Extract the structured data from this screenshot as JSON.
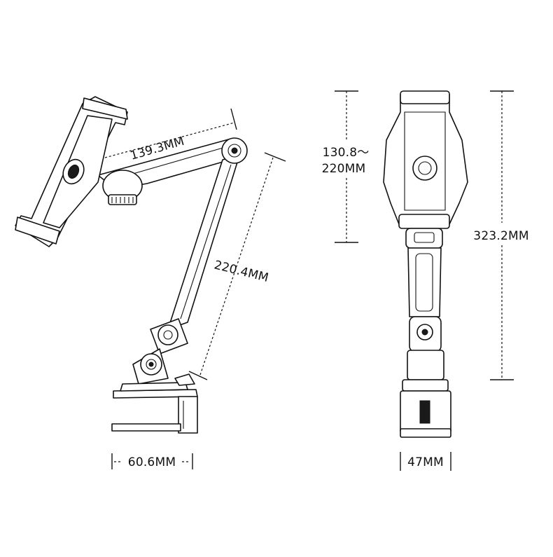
{
  "diagram": {
    "dimensions": {
      "holder_width": "139.3MM",
      "arm_length": "220.4MM",
      "base_depth": "60.6MM",
      "grip_range_line1": "130.8～",
      "grip_range_line2": "220MM",
      "total_height": "323.2MM",
      "clamp_width": "47MM"
    },
    "colors": {
      "line": "#111111",
      "background": "#ffffff"
    }
  }
}
